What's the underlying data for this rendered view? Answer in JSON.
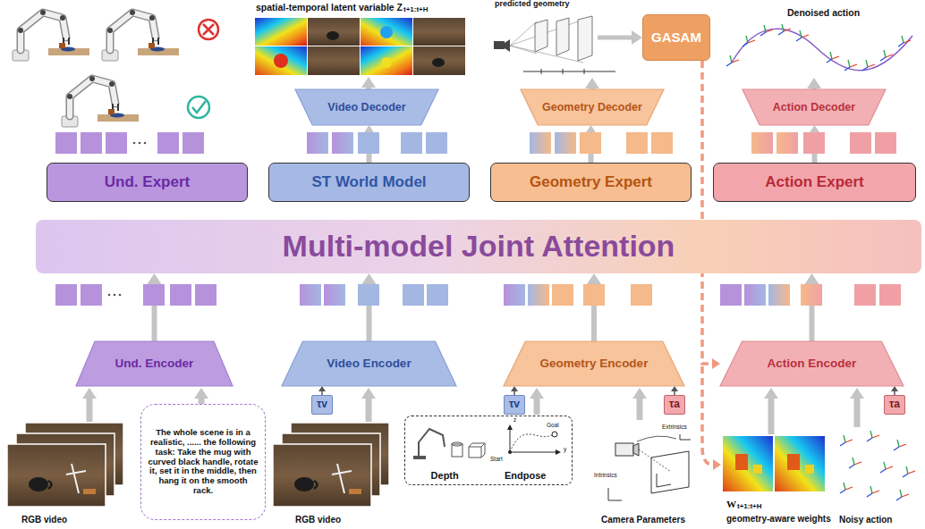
{
  "diagram": {
    "nodes": [
      {
        "text": [
          "GASAM"
        ]
      },
      {
        "text": [
          "Video Decoder"
        ]
      },
      {
        "text": [
          "Geometry Decoder"
        ]
      },
      {
        "text": [
          "Action Decoder"
        ]
      },
      {
        "text": [
          "Und. Expert"
        ]
      },
      {
        "text": [
          "ST World Model"
        ]
      },
      {
        "text": [
          "Geometry Expert"
        ]
      },
      {
        "text": [
          "Action Expert"
        ]
      },
      {
        "text": [
          "Multi-model Joint Attention"
        ]
      },
      {
        "text": [
          "Und. Encoder"
        ]
      },
      {
        "text": [
          "Video Encoder"
        ]
      },
      {
        "text": [
          "Geometry Encoder"
        ]
      },
      {
        "text": [
          "Action Encoder"
        ]
      },
      {
        "text": [
          "τv"
        ]
      },
      {
        "text": [
          "τv"
        ]
      },
      {
        "text": [
          "τa"
        ]
      },
      {
        "text": [
          "τa"
        ]
      },
      {
        "text": [
          "The whole scene is in a realistic, ...... the following task: Take the mug with curved black handle, rotate it, set it in the middle, then hang it on the smooth rack."
        ]
      },
      {
        "text": [
          "Depth",
          "Endpose"
        ]
      }
    ],
    "edges": [
      {
        "from": 9,
        "to": 8,
        "arrow": "to"
      },
      {
        "from": 10,
        "to": 8,
        "arrow": "to"
      },
      {
        "from": 11,
        "to": 8,
        "arrow": "to"
      },
      {
        "from": 12,
        "to": 8,
        "arrow": "to"
      },
      {
        "from": 5,
        "to": 1,
        "arrow": "to"
      },
      {
        "from": 6,
        "to": 2,
        "arrow": "to"
      },
      {
        "from": 7,
        "to": 3,
        "arrow": "to"
      },
      {
        "from": 0,
        "to": 12,
        "arrow": "to"
      },
      {
        "from": 13,
        "to": 10,
        "arrow": "to"
      },
      {
        "from": 14,
        "to": 11,
        "arrow": "to"
      },
      {
        "from": 15,
        "to": 11,
        "arrow": "to"
      },
      {
        "from": 16,
        "to": 12,
        "arrow": "to"
      }
    ],
    "labels": [
      "spatial-temporal latent variable Z",
      "t+1:t+H",
      "predicted geometry",
      "Denoised action",
      "RGB video",
      "RGB video",
      "Camera Parameters",
      "W",
      "t+1:t+H",
      "geometry-aware weights",
      "Noisy action",
      "Start",
      "Goal",
      "z",
      "y",
      "Extrinsics",
      "Intrinsics"
    ]
  }
}
